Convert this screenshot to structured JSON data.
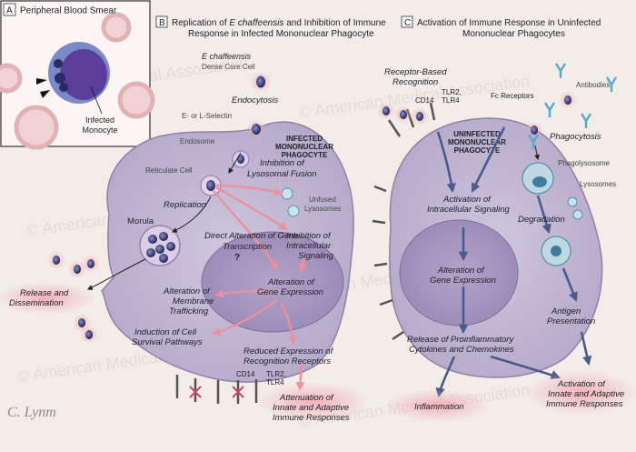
{
  "panelA": {
    "tag": "A",
    "title": "Peripheral Blood Smear",
    "label_line1": "Infected",
    "label_line2": "Monocyte"
  },
  "panelB": {
    "tag": "B",
    "title_line1_pre": "Replication of ",
    "title_line1_species": "E chaffeensis",
    "title_line1_post": " and Inhibition of Immune",
    "title_line2": "Response in Infected Mononuclear Phagocyte",
    "cell_label_line1": "INFECTED",
    "cell_label_line2": "MONONUCLEAR",
    "cell_label_line3": "PHAGOCYTE",
    "labels": {
      "e_chaff": "E chaffeensis",
      "dense_core": "Dense Core Cell",
      "endocytosis": "Endocytosis",
      "selectin": "E- or L-Selectin",
      "endosome": "Endosome",
      "reticulate": "Reticulate Cell",
      "inhibition_fusion_1": "Inhibition of",
      "inhibition_fusion_2": "Lysosomal Fusion",
      "unfused_1": "Unfused",
      "unfused_2": "Lysosomes",
      "replication": "Replication",
      "morula": "Morula",
      "direct_1": "Direct Alteration of Gene",
      "direct_2": "Transcription",
      "question": "?",
      "inhib_signal_1": "Inhibition of",
      "inhib_signal_2": "Intracellular",
      "inhib_signal_3": "Signaling",
      "alt_gene_1": "Alteration of",
      "alt_gene_2": "Gene Expression",
      "alt_membrane_1": "Alteration of",
      "alt_membrane_2": "Membrane",
      "alt_membrane_3": "Trafficking",
      "induction_1": "Induction of Cell",
      "induction_2": "Survival Pathways",
      "release_1": "Release and",
      "release_2": "Dissemination",
      "reduced_1": "Reduced Expression of",
      "reduced_2": "Recognition Receptors",
      "cd14": "CD14",
      "tlr2": "TLR2,",
      "tlr4": "TLR4",
      "attenuation_1": "Attenuation of",
      "attenuation_2": "Innate and Adaptive",
      "attenuation_3": "Immune Responses"
    }
  },
  "panelC": {
    "tag": "C",
    "title_line1": "Activation of Immune Response in Uninfected",
    "title_line2": "Mononuclear Phagocytes",
    "cell_label_line1": "UNINFECTED",
    "cell_label_line2": "MONONUCLEAR",
    "cell_label_line3": "PHAGOCYTE",
    "labels": {
      "receptor_1": "Receptor-Based",
      "receptor_2": "Recognition",
      "cd14": "CD14",
      "tlr2": "TLR2,",
      "tlr4": "TLR4",
      "fc": "Fc Receptors",
      "antibodies": "Antibodies",
      "phagocytosis": "Phagocytosis",
      "phagolysosome": "Phagolysosome",
      "lysosomes": "Lysosomes",
      "act_signal_1": "Activation of",
      "act_signal_2": "Intracellular Signaling",
      "degradation": "Degradation",
      "alt_gene_1": "Alteration of",
      "alt_gene_2": "Gene Expression",
      "antigen_1": "Antigen",
      "antigen_2": "Presentation",
      "release_1": "Release of Proinflammatory",
      "release_2": "Cytokines and Chemokines",
      "inflammation": "Inflammation",
      "activation_1": "Activation of",
      "activation_2": "Innate and Adaptive",
      "activation_3": "Immune Responses"
    }
  },
  "watermark": "© American Medical Association",
  "signature": "C. Lynm"
}
